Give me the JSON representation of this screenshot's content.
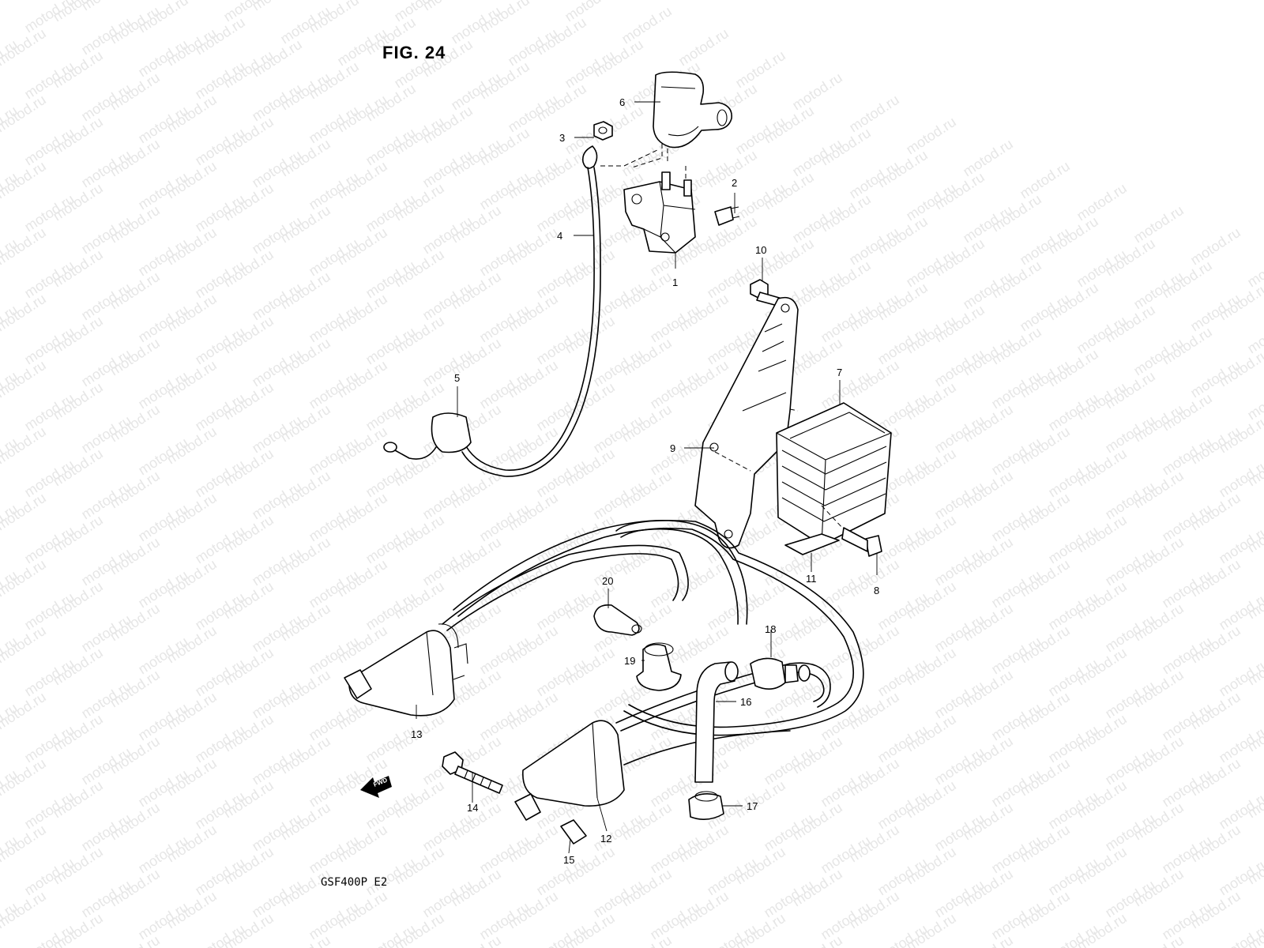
{
  "figure": {
    "title": "FIG. 24",
    "model_code": "GSF400P  E2",
    "watermark": "motod.ru",
    "fwd_label": "FWD"
  },
  "callouts": [
    "1",
    "2",
    "3",
    "4",
    "5",
    "6",
    "7",
    "8",
    "9",
    "10",
    "11",
    "12",
    "13",
    "14",
    "15",
    "16",
    "17",
    "18",
    "19",
    "20"
  ]
}
